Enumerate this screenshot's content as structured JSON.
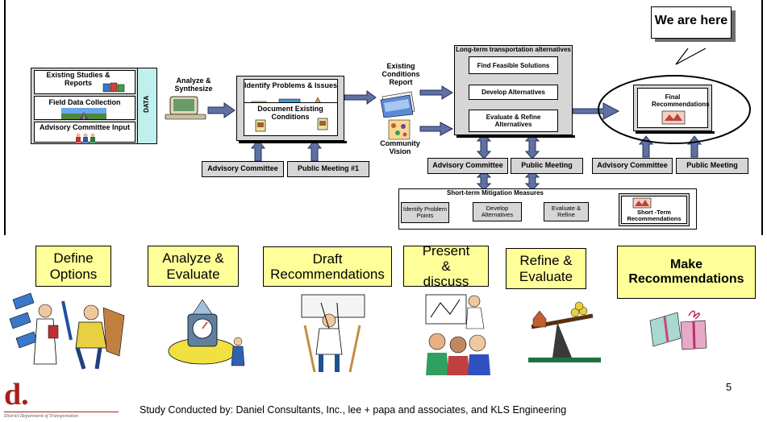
{
  "inputs": {
    "studies": "Existing  Studies & Reports",
    "field": "Field Data Collection",
    "advisory": "Advisory Committee Input",
    "data_label": "DATA"
  },
  "analyze_label": "Analyze & Synthesize",
  "identify": {
    "title": "Identify Problems & Issues",
    "document": "Document Existing Conditions"
  },
  "existing_report": "Existing Conditions Report",
  "community_vision": "Community Vision",
  "longterm": {
    "title": "Long-term transportation alternatives",
    "find": "Find Feasible Solutions",
    "develop": "Develop Alternatives",
    "evaluate": "Evaluate  & Refine Alternatives"
  },
  "final_recs": "Final Recommendations",
  "callout": "We are here",
  "meetings": {
    "adv1": "Advisory Committee",
    "pub1": "Public Meeting #1",
    "adv2": "Advisory Committee",
    "pub2": "Public Meeting",
    "adv3": "Advisory Committee",
    "pub3": "Public Meeting"
  },
  "shortterm": {
    "title": "Short-term Mitigation Measures",
    "identify": "Identify Problem Points",
    "develop": "Develop Alternatives",
    "evaluate": "Evaluate & Refine",
    "recs": "Short -Term Recommendations"
  },
  "steps": [
    {
      "label": "Define Options"
    },
    {
      "label": "Analyze & Evaluate"
    },
    {
      "label": "Draft Recommendations"
    },
    {
      "label": "Present & discuss"
    },
    {
      "label": "Refine & Evaluate"
    },
    {
      "label": "Make Recommendations"
    }
  ],
  "page_number": "5",
  "footer": "Study Conducted by: Daniel Consultants, Inc., lee + papa and associates, and KLS Engineering",
  "logo": {
    "letter": "d.",
    "caption": "District Department of Transportation"
  },
  "colors": {
    "callout_bg": "#ffff99",
    "box_gray": "#d6d6d6",
    "arrow": "#4a5a8c",
    "logo_red": "#a8201a"
  }
}
